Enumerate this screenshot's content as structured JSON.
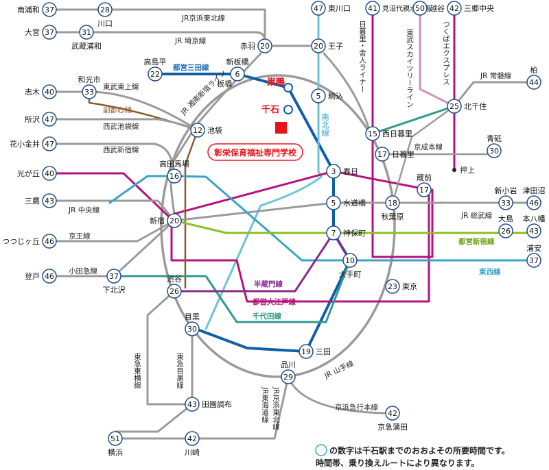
{
  "school": {
    "name": "彰栄保育福祉専門学校",
    "color": "#e8141c"
  },
  "home_stations": {
    "sugamo": "巣鴨",
    "sengoku": "千石"
  },
  "stations": [
    {
      "id": "minami-urawa",
      "label": "南浦和",
      "minutes": "37"
    },
    {
      "id": "kawaguchi",
      "label": "川口",
      "minutes": "28"
    },
    {
      "id": "omiya",
      "label": "大宮",
      "minutes": "37"
    },
    {
      "id": "musashi-urawa",
      "label": "武蔵浦和",
      "minutes": "31"
    },
    {
      "id": "akabane",
      "label": "赤羽",
      "minutes": "20"
    },
    {
      "id": "oji",
      "label": "王子",
      "minutes": "20"
    },
    {
      "id": "higashi-kawaguchi",
      "label": "東川口",
      "minutes": "47"
    },
    {
      "id": "minumadai",
      "label": "見沼代親水公園",
      "minutes": "41"
    },
    {
      "id": "koshigaya",
      "label": "越谷",
      "minutes": "50"
    },
    {
      "id": "misato-chuo",
      "label": "三郷中央",
      "minutes": "42"
    },
    {
      "id": "takashimadaira",
      "label": "高島平",
      "minutes": "22"
    },
    {
      "id": "itabashi",
      "label": "新板橋",
      "minutes": "6"
    },
    {
      "id": "komagome",
      "label": "駒込",
      "minutes": "5"
    },
    {
      "id": "wako",
      "label": "和光市",
      "minutes": "33"
    },
    {
      "id": "shiki",
      "label": "志木",
      "minutes": "40"
    },
    {
      "id": "tokorozawa",
      "label": "所沢",
      "minutes": "47"
    },
    {
      "id": "hanakoganei",
      "label": "花小金井",
      "minutes": "47"
    },
    {
      "id": "ikebukuro",
      "label": "池袋",
      "minutes": "12"
    },
    {
      "id": "nishi-nippori",
      "label": "西日暮里",
      "minutes": "15"
    },
    {
      "id": "nippori",
      "label": "日暮里",
      "minutes": "17"
    },
    {
      "id": "kita-senju",
      "label": "北千住",
      "minutes": "25"
    },
    {
      "id": "kashiwa",
      "label": "柏",
      "minutes": "44"
    },
    {
      "id": "aoto",
      "label": "青砥",
      "minutes": "30"
    },
    {
      "id": "hikarigaoka",
      "label": "光が丘",
      "minutes": "40"
    },
    {
      "id": "takadanobaba",
      "label": "高田馬場",
      "minutes": "16"
    },
    {
      "id": "kasuga",
      "label": "春日",
      "minutes": "3"
    },
    {
      "id": "suidobashi",
      "label": "水道橋",
      "minutes": "5"
    },
    {
      "id": "kuramae",
      "label": "蔵前",
      "minutes": "17"
    },
    {
      "id": "akihabara",
      "label": "秋葉原",
      "minutes": "18"
    },
    {
      "id": "shin-koiwa",
      "label": "新小岩",
      "minutes": "33"
    },
    {
      "id": "tsudanuma",
      "label": "津田沼",
      "minutes": "46"
    },
    {
      "id": "ojima",
      "label": "大島",
      "minutes": "26"
    },
    {
      "id": "motoyawata",
      "label": "本八幡",
      "minutes": "43"
    },
    {
      "id": "mitaka",
      "label": "三鷹",
      "minutes": "43"
    },
    {
      "id": "shinjuku",
      "label": "新宿",
      "minutes": "20"
    },
    {
      "id": "jimbocho",
      "label": "神保町",
      "minutes": "7"
    },
    {
      "id": "tsutsujigaoka",
      "label": "つつじヶ丘",
      "minutes": "46"
    },
    {
      "id": "otemachi",
      "label": "大手町",
      "minutes": "10"
    },
    {
      "id": "urayasu",
      "label": "浦安",
      "minutes": "37"
    },
    {
      "id": "noborito",
      "label": "登戸",
      "minutes": "46"
    },
    {
      "id": "shimokitazawa",
      "label": "下北沢",
      "minutes": "37"
    },
    {
      "id": "shibuya",
      "label": "渋谷",
      "minutes": "26"
    },
    {
      "id": "tokyo",
      "label": "東京",
      "minutes": "23"
    },
    {
      "id": "meguro",
      "label": "目黒",
      "minutes": "30"
    },
    {
      "id": "mita",
      "label": "三田",
      "minutes": "19"
    },
    {
      "id": "shinagawa",
      "label": "品川",
      "minutes": "29"
    },
    {
      "id": "den-en-chofu",
      "label": "田園調布",
      "minutes": "43"
    },
    {
      "id": "keikyu-kamata",
      "label": "京急蒲田",
      "minutes": "42"
    },
    {
      "id": "yokohama",
      "label": "横浜",
      "minutes": "51"
    },
    {
      "id": "kawasaki",
      "label": "川崎",
      "minutes": "42"
    }
  ],
  "extra_labels": {
    "itabashi_sub": "板橋",
    "oshiage": "押上"
  },
  "lines": {
    "keihin_tohoku": "JR京浜東北線",
    "saikyo": "JR 埼京線",
    "mita": "都営三田線",
    "tobu_tojo": "東武東上線",
    "fukutoshin": "副都心線",
    "seibu_ikebukuro": "西武池袋線",
    "seibu_shinjuku": "西武新宿線",
    "shonan_shinjuku": "JR 湘南新宿ライン",
    "nippori_toneri": "日暮里・舎人ライナー",
    "skytree": "東武スカイツリーライン",
    "tsukuba": "つくばエクスプレス",
    "joban": "JR 常磐線",
    "keisei": "京成本線",
    "namboku": "南北線",
    "chuo": "JR 中央線",
    "sobu": "JR 総武線",
    "shinjuku_line": "都営新宿線",
    "keio": "京王線",
    "odakyu": "小田急線",
    "hanzomon": "半蔵門線",
    "oedo": "都営大江戸線",
    "chiyoda": "千代田線",
    "tozai": "東西線",
    "yamanote": "JR 山手線",
    "tokyu_toyoko": "東急東横線",
    "tokyu_meguro": "東急目黒線",
    "tokaido": "JR東海道線",
    "keihin_tohoku_south": "JR京浜東北線",
    "keikyu": "京浜急行本線"
  },
  "legend": {
    "line1": "の数字は千石駅までのおおよその所要時間です。",
    "line2": "時間帯、乗り換えルートにより異なります。"
  },
  "colors": {
    "gray": "#9a9a9a",
    "mita": "#0f5fa8",
    "namboku": "#6cc3d8",
    "oedo": "#b5127c",
    "shinjuku": "#8dbf1f",
    "tozai": "#3aa3c8",
    "chiyoda": "#2f9a8c",
    "fukutoshin": "#8c5a2b",
    "hanzomon": "#8a2a8f",
    "skytree": "#d58fc0",
    "accent_text": "#1e6fb8"
  }
}
